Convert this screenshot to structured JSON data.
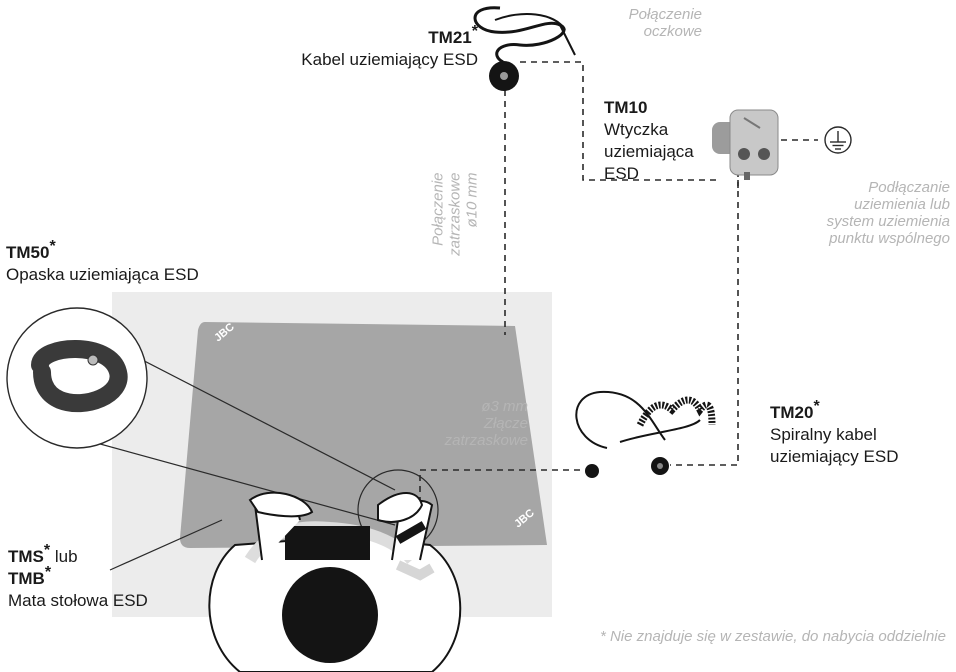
{
  "tm21": {
    "code": "TM21",
    "star": "*",
    "name": "Kabel uziemiający ESD"
  },
  "note_eye": {
    "line1": "Połączenie",
    "line2": "oczkowe"
  },
  "tm10": {
    "code": "TM10",
    "line1": "Wtyczka",
    "line2": "uziemiająca",
    "line3": "ESD"
  },
  "note_ground": {
    "line1": "Podłączanie",
    "line2": "uziemienia lub",
    "line3": "system uziemienia",
    "line4": "punktu wspólnego"
  },
  "note_snap10": {
    "line1": "Połączenie",
    "line2": "zatrzaskowe",
    "line3": "ø10 mm"
  },
  "tm50": {
    "code": "TM50",
    "star": "*",
    "name": "Opaska uziemiająca ESD"
  },
  "note_snap3": {
    "line1": "ø3 mm",
    "line2": "Złącze",
    "line3": "zatrzaskowe"
  },
  "tm20": {
    "code": "TM20",
    "star": "*",
    "line1": "Spiralny kabel",
    "line2": "uziemiający ESD"
  },
  "tms": {
    "code1": "TMS",
    "star1": "*",
    "or": "lub",
    "code2": "TMB",
    "star2": "*",
    "name": "Mata stołowa ESD"
  },
  "footnote": "* Nie znajduje się w zestawie, do nabycia oddzielnie",
  "mat_logo": "JBC",
  "colors": {
    "mat": "#a9a9a9",
    "mat_shadow": "#e6e6e6",
    "text": "#1a1a1a",
    "note": "#b5b5b5",
    "cable": "#141414"
  }
}
